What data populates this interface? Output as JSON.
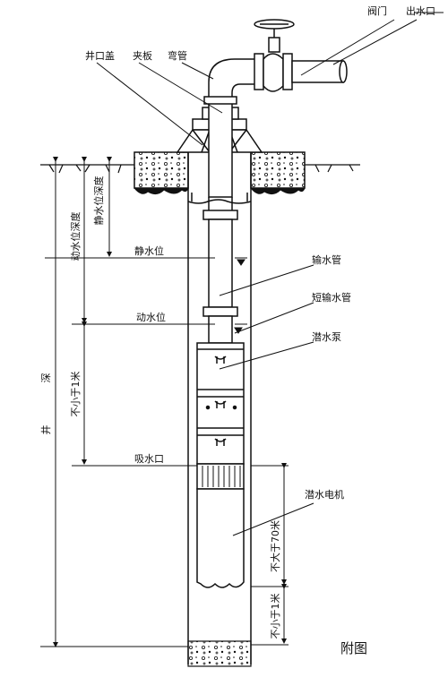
{
  "labels": {
    "valve": "阀门",
    "outlet": "出水口",
    "well_cap": "井口盖",
    "clamp": "夹板",
    "elbow": "弯管",
    "static_level": "静水位",
    "delivery_pipe": "输水管",
    "dynamic_level": "动水位",
    "short_pipe": "短输水管",
    "pump": "潜水泵",
    "inlet": "吸水口",
    "motor": "潜水电机",
    "static_depth": "静水位深度",
    "dynamic_depth": "动水位深度",
    "min_1m_upper": "不小于1米",
    "well_depth_1": "井",
    "well_depth_2": "深",
    "max_70m": "不大于70米",
    "min_1m_lower": "不小于1米"
  },
  "caption": "附图",
  "colors": {
    "ink": "#111111",
    "water": "#cccccc",
    "soil": "#f4f4f4"
  }
}
